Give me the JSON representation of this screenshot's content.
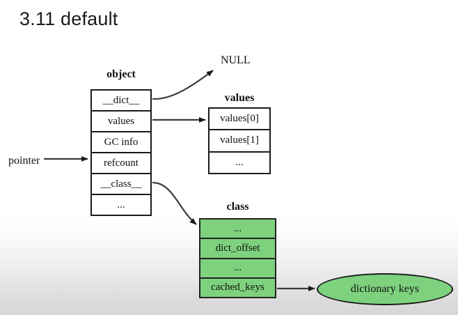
{
  "slide": {
    "title": "3.11 default",
    "background": {
      "top_color": "#ffffff",
      "bottom_color": "#d6d6d6"
    }
  },
  "colors": {
    "green_fill": "#7ed27e",
    "box_stroke": "#1a1a1a",
    "text": "#111111"
  },
  "object_struct": {
    "header": "object",
    "rows": [
      {
        "label": "__dict__"
      },
      {
        "label": "values"
      },
      {
        "label": "GC info"
      },
      {
        "label": "refcount"
      },
      {
        "label": "__class__"
      },
      {
        "label": "..."
      }
    ]
  },
  "values_struct": {
    "header": "values",
    "rows": [
      {
        "label": "values[0]"
      },
      {
        "label": "values[1]"
      },
      {
        "label": "..."
      }
    ]
  },
  "class_struct": {
    "header": "class",
    "rows": [
      {
        "label": "..."
      },
      {
        "label": "dict_offset"
      },
      {
        "label": "..."
      },
      {
        "label": "cached_keys"
      }
    ]
  },
  "labels": {
    "pointer": "pointer",
    "null": "NULL",
    "dictionary_keys": "dictionary keys"
  },
  "arrows": [
    {
      "name": "pointer-to-refcount",
      "from": "pointer label",
      "to": "object.refcount",
      "style": "straight"
    },
    {
      "name": "dict-to-null",
      "from": "object.__dict__",
      "to": "NULL",
      "style": "curved"
    },
    {
      "name": "values-to-values-struct",
      "from": "object.values",
      "to": "values[0]",
      "style": "straight"
    },
    {
      "name": "class-to-class-struct",
      "from": "object.__class__",
      "to": "class struct",
      "style": "curved"
    },
    {
      "name": "cached-keys-to-dictionary-keys",
      "from": "class.cached_keys",
      "to": "dictionary keys",
      "style": "straight"
    }
  ]
}
